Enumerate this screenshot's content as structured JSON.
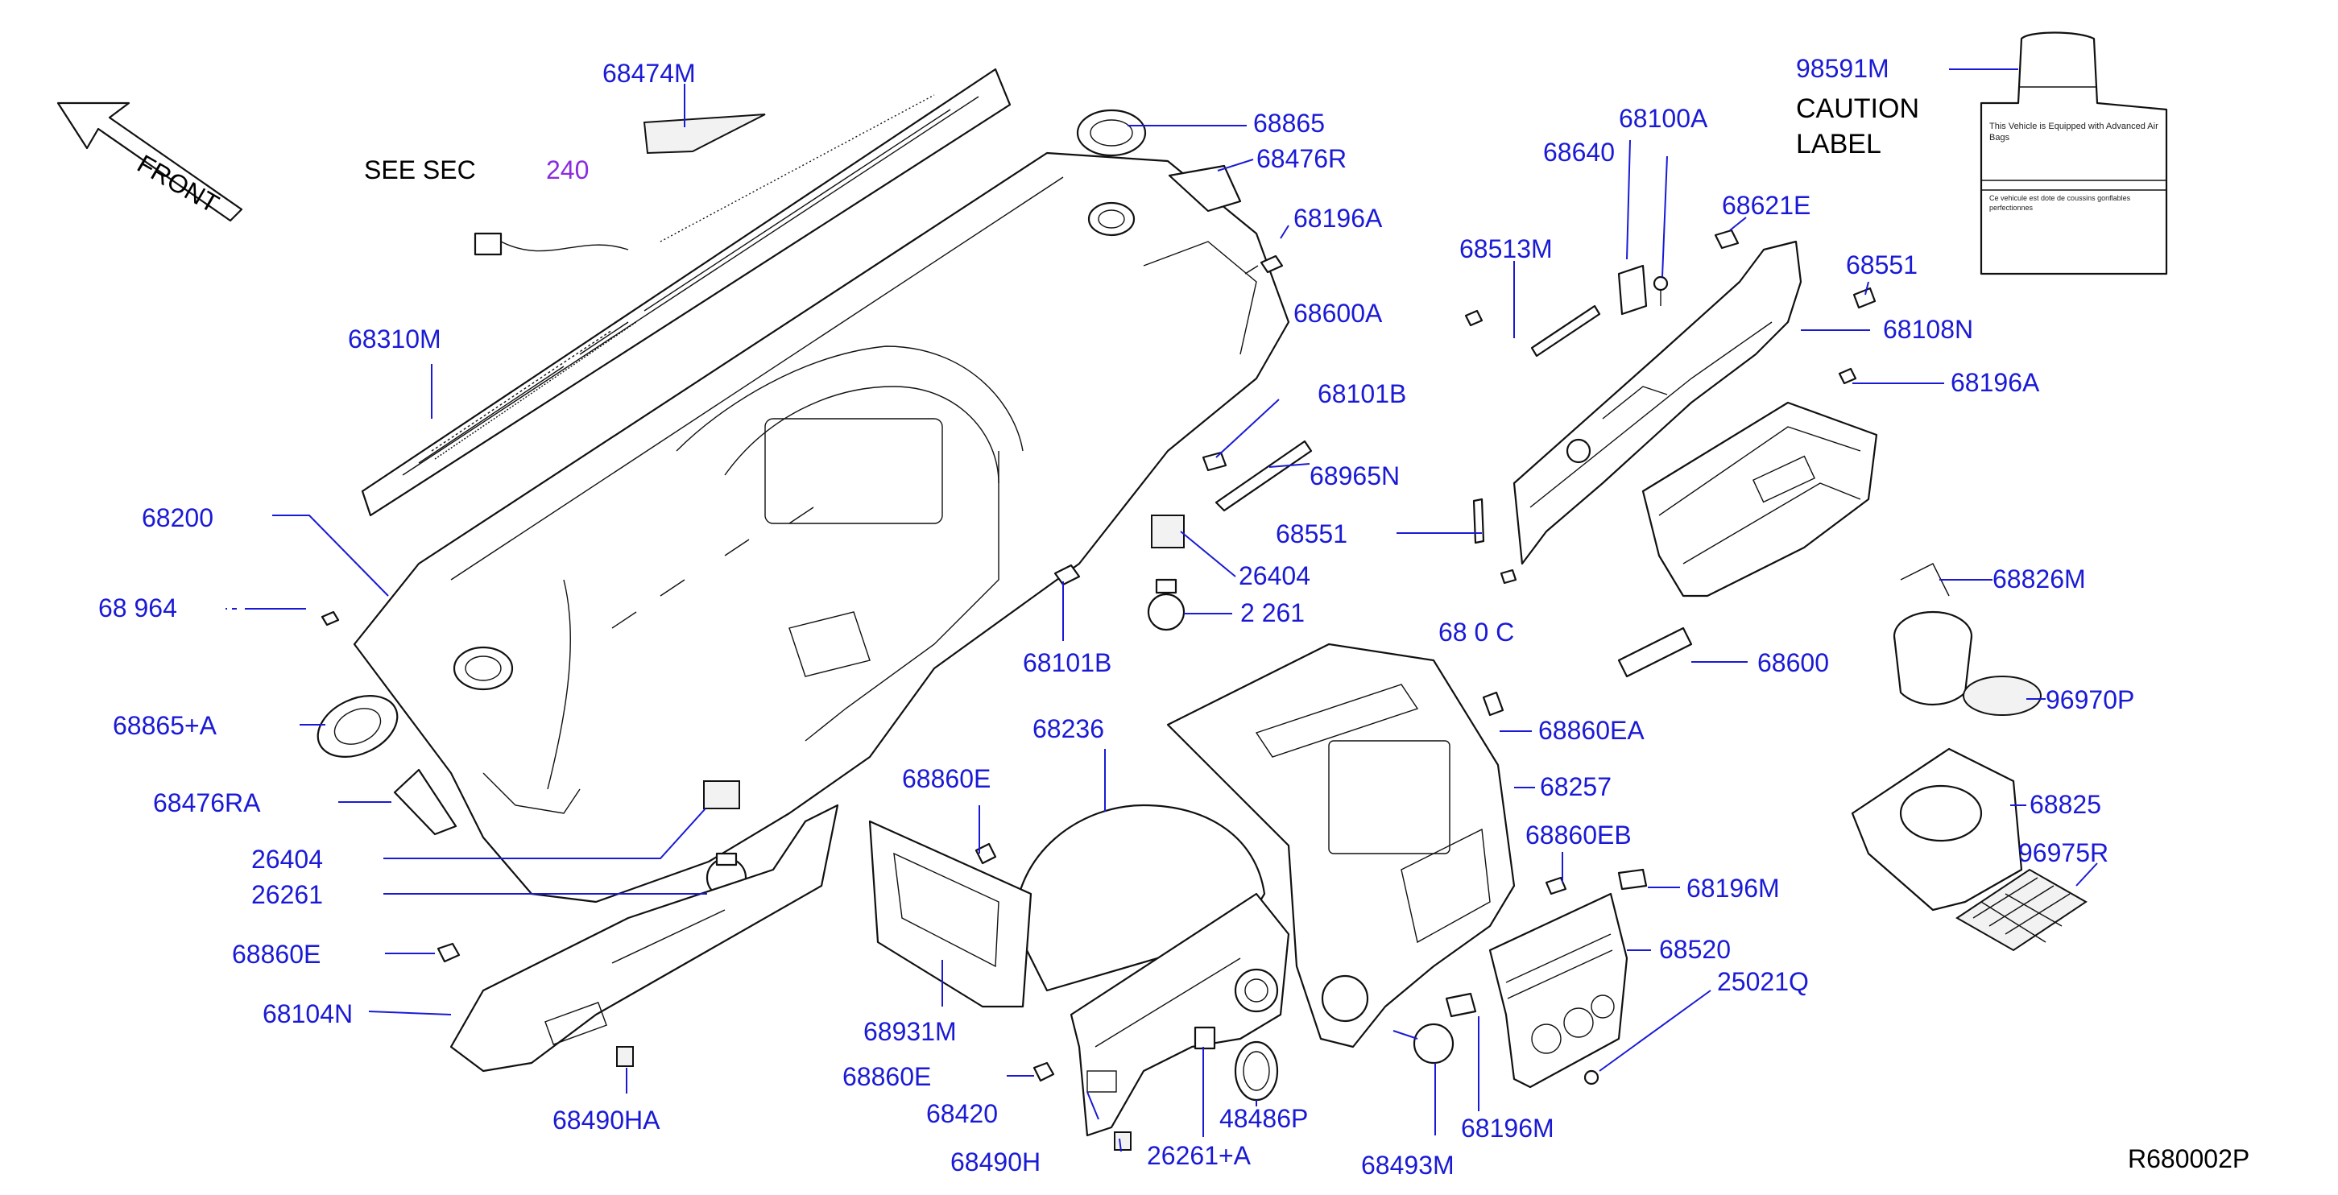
{
  "header": {
    "see_sec_label": "SEE   SEC",
    "see_sec_number": "240",
    "front_label": "FRONT"
  },
  "caution_label": {
    "part_number": "98591M",
    "caption_line1": "CAUTION",
    "caption_line2": "LABEL",
    "text_en": "This  Vehicle  is  Equipped with  Advanced  Air  Bags",
    "text_fr": "Ce  vehicule  est  dote  de  coussins gonflables  perfectionnes"
  },
  "labels": {
    "p68474M": "68474M",
    "p68865_top": "68865",
    "p68476R": "68476R",
    "p68196A_top": "68196A",
    "p68600A": "68600A",
    "p68310M": "68310M",
    "p68200": "68200",
    "p68964_partial": "68  964",
    "p68865A": "68865+A",
    "p68476RA": "68476RA",
    "p26404_left": "26404",
    "p26261_left": "26261",
    "p68860E_left": "68860E",
    "p68104N": "68104N",
    "p68490HA": "68490HA",
    "p68101B_top": "68101B",
    "p68965N": "68965N",
    "p68551_mid": "68551",
    "p26404_mid": "26404",
    "p26261_mid_partial": "2  261",
    "p68101B_mid": "68101B",
    "p68236": "68236",
    "p68860E_mid": "68860E",
    "p68931M": "68931M",
    "p68860E_low": "68860E",
    "p68420": "68420",
    "p68490H": "68490H",
    "p26261A": "26261+A",
    "p48486P": "48486P",
    "p68493M": "68493M",
    "p68196M_low": "68196M",
    "p68100A": "68100A",
    "p68640": "68640",
    "p68513M": "68513M",
    "p68621E": "68621E",
    "p68551_right": "68551",
    "p68108N": "68108N",
    "p68196A_right": "68196A",
    "p68826M_partial": "68826M",
    "p68600_partial": "68  0  C",
    "p68600": "68600",
    "p96970P": "96970P",
    "p68860EA": "68860EA",
    "p68257": "68257",
    "p68860EB": "68860EB",
    "p68196M_right": "68196M",
    "p68520": "68520",
    "p25021Q": "25021Q",
    "p68825": "68825",
    "p96975R": "96975R",
    "diagram_code": "R680002P"
  }
}
